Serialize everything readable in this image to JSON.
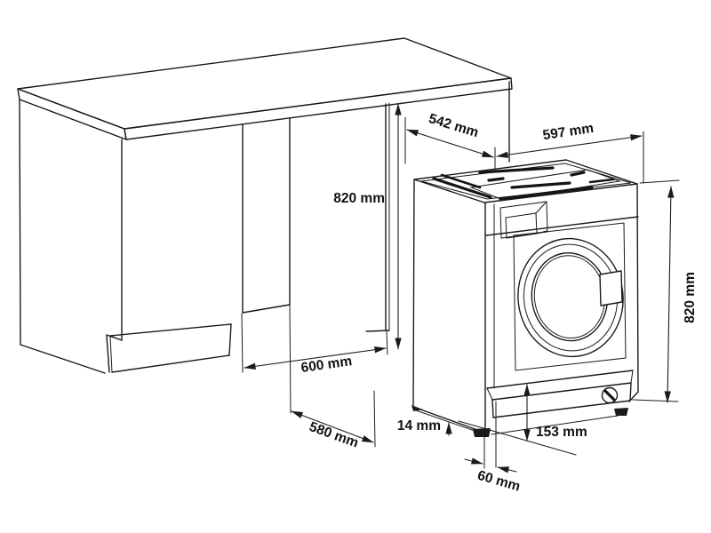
{
  "diagram": {
    "title": "Built-in washing machine installation drawing",
    "background_color": "#ffffff",
    "line_color": "#1a1a1a",
    "unit": "mm",
    "labels": {
      "niche_depth_top": "542 mm",
      "appliance_width": "597 mm",
      "niche_height": "820 mm",
      "appliance_height": "820 mm",
      "niche_width": "600 mm",
      "worktop_depth": "580 mm",
      "floor_clearance": "14 mm",
      "plinth_height": "153 mm",
      "plinth_recess": "60 mm"
    }
  }
}
